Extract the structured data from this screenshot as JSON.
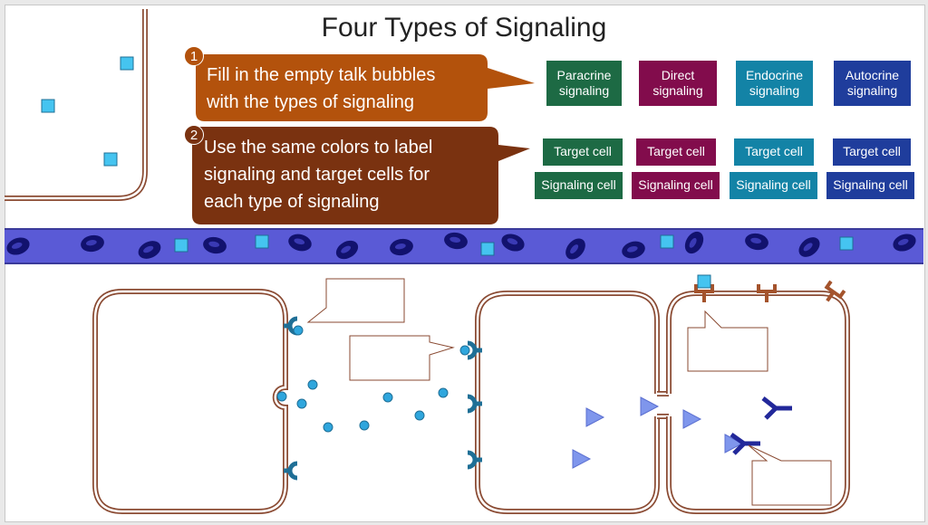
{
  "title": "Four Types of Signaling",
  "instructions": [
    {
      "number": "1",
      "text_line1": "Fill in the empty talk bubbles",
      "text_line2": "with the types of signaling",
      "color": "#b3520c"
    },
    {
      "number": "2",
      "text_line1": "Use the same colors to label",
      "text_line2": "signaling and target cells for",
      "text_line3": "each type of signaling",
      "color": "#7a3210"
    }
  ],
  "signaling_types": [
    {
      "line1": "Paracrine",
      "line2": "signaling",
      "color": "#1d6a44"
    },
    {
      "line1": "Direct",
      "line2": "signaling",
      "color": "#820c4c"
    },
    {
      "line1": "Endocrine",
      "line2": "signaling",
      "color": "#1383a6"
    },
    {
      "line1": "Autocrine",
      "line2": "signaling",
      "color": "#1f3d9c"
    }
  ],
  "target_labels": [
    "Target cell",
    "Target cell",
    "Target cell",
    "Target cell"
  ],
  "signaling_labels": [
    "Signaling cell",
    "Signaling cell",
    "Signaling cell",
    "Signaling cell"
  ],
  "colors": {
    "membrane": "#8a4a32",
    "blood_vessel": "#5a5ad6",
    "red_cell": "#12126e",
    "ligand_square": "#45c4f0",
    "ligand_dot": "#2fa6dd",
    "receptor_teal": "#1f6f96",
    "triangle": "#7f96ec",
    "receptor_navy": "#22289a",
    "receptor_brown": "#a4532c"
  }
}
